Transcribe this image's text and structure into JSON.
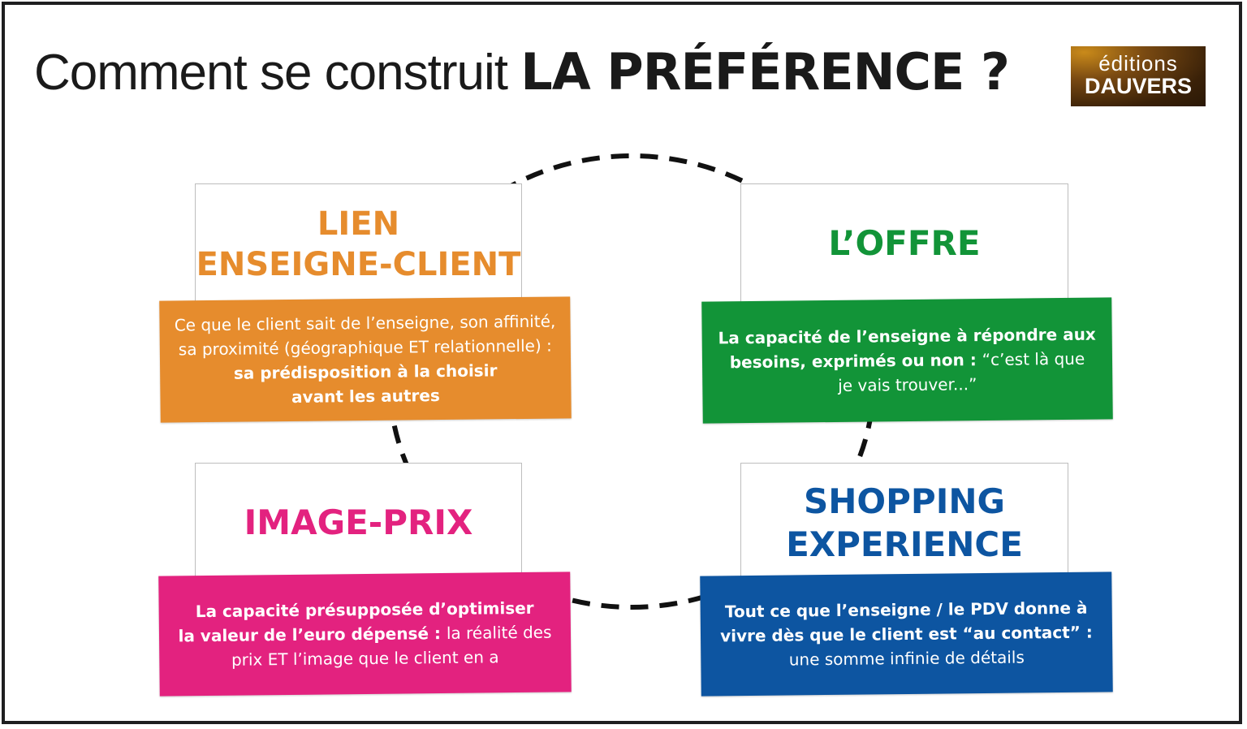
{
  "header": {
    "title_light": "Comment se construit ",
    "title_bold": "LA PRÉFÉRENCE ?",
    "logo_line1": "éditions",
    "logo_line2": "DAUVERS"
  },
  "colors": {
    "orange": "#e68c2d",
    "green": "#129438",
    "pink": "#e3227f",
    "blue": "#0d55a1",
    "frame": "#1e1e20"
  },
  "quadrants": [
    {
      "id": "lien",
      "title": "LIEN ENSEIGNE-CLIENT",
      "title_lines": [
        "LIEN",
        "ENSEIGNE-CLIENT"
      ],
      "color": "#e68c2d",
      "description": {
        "line1": "Ce que le client sait de l’enseigne, son affinité,",
        "line2": "sa proximité (géographique ET relationnelle) :",
        "line3_bold": "sa prédisposition à la choisir",
        "line4_bold": "avant les autres"
      }
    },
    {
      "id": "offre",
      "title": "L’OFFRE",
      "title_lines": [
        "L’OFFRE"
      ],
      "color": "#129438",
      "description": {
        "line1_bold": "La capacité de l’enseigne à répondre aux",
        "line2_bold": "besoins, exprimés ou non : ",
        "line2_regular": "“c’est là que",
        "line3": "je vais trouver...”"
      }
    },
    {
      "id": "image-prix",
      "title": "IMAGE-PRIX",
      "title_lines": [
        "IMAGE-PRIX"
      ],
      "color": "#e3227f",
      "description": {
        "line1_bold": "La capacité présupposée d’optimiser",
        "line2_bold": "la valeur de l’euro dépensé : ",
        "line2_regular": "la réalité des",
        "line3": "prix ET l’image que le client en a"
      }
    },
    {
      "id": "shopping",
      "title": "SHOPPING EXPERIENCE",
      "title_lines": [
        "SHOPPING",
        "EXPERIENCE"
      ],
      "color": "#0d55a1",
      "description": {
        "line1_bold": "Tout ce que l’enseigne / le PDV donne à",
        "line2_bold": "vivre dès que le client est “au contact” :",
        "line3": "une somme infinie de détails"
      }
    }
  ]
}
